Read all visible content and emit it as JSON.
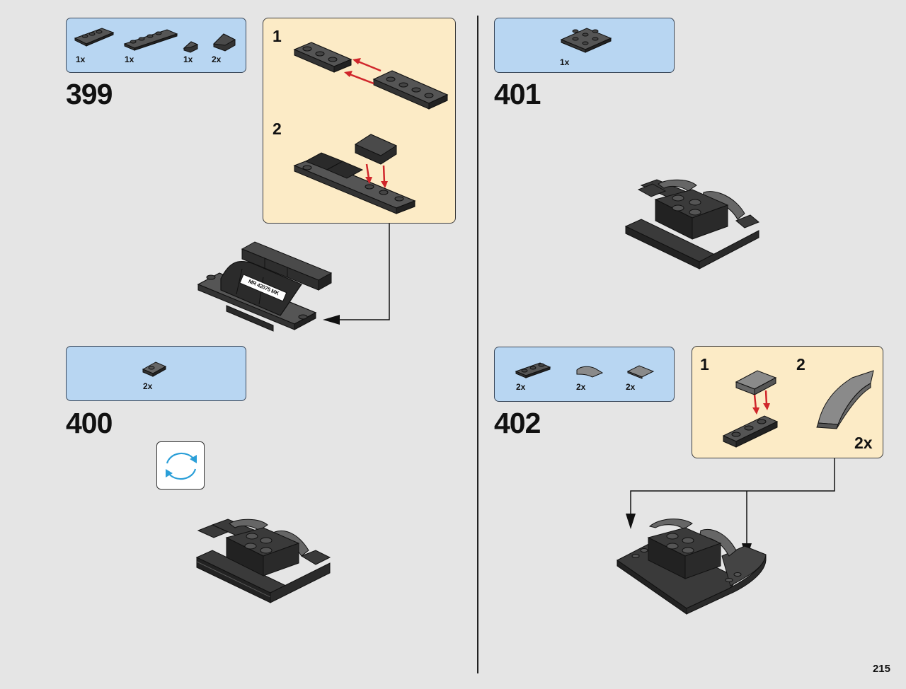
{
  "steps": {
    "s399": {
      "number": "399",
      "parts": [
        {
          "qty": "1x"
        },
        {
          "qty": "1x"
        },
        {
          "qty": "1x"
        },
        {
          "qty": "2x"
        }
      ],
      "sub1": "1",
      "sub2": "2",
      "sticker": "MR 42075 MK"
    },
    "s400": {
      "number": "400",
      "parts": [
        {
          "qty": "2x"
        }
      ]
    },
    "s401": {
      "number": "401",
      "parts": [
        {
          "qty": "1x"
        }
      ]
    },
    "s402": {
      "number": "402",
      "parts": [
        {
          "qty": "2x"
        },
        {
          "qty": "2x"
        },
        {
          "qty": "2x"
        }
      ],
      "sub1": "1",
      "sub2": "2",
      "multiplier": "2x"
    }
  },
  "page_number": "215",
  "icons": {
    "rotate": "rotate-model-icon",
    "arrow": "insert-arrow-icon"
  },
  "colors": {
    "parts_bg": "#b8d6f2",
    "substep_bg": "#fcebc6",
    "arrow_red": "#d0262b",
    "rotate_blue": "#2b9fd8"
  }
}
